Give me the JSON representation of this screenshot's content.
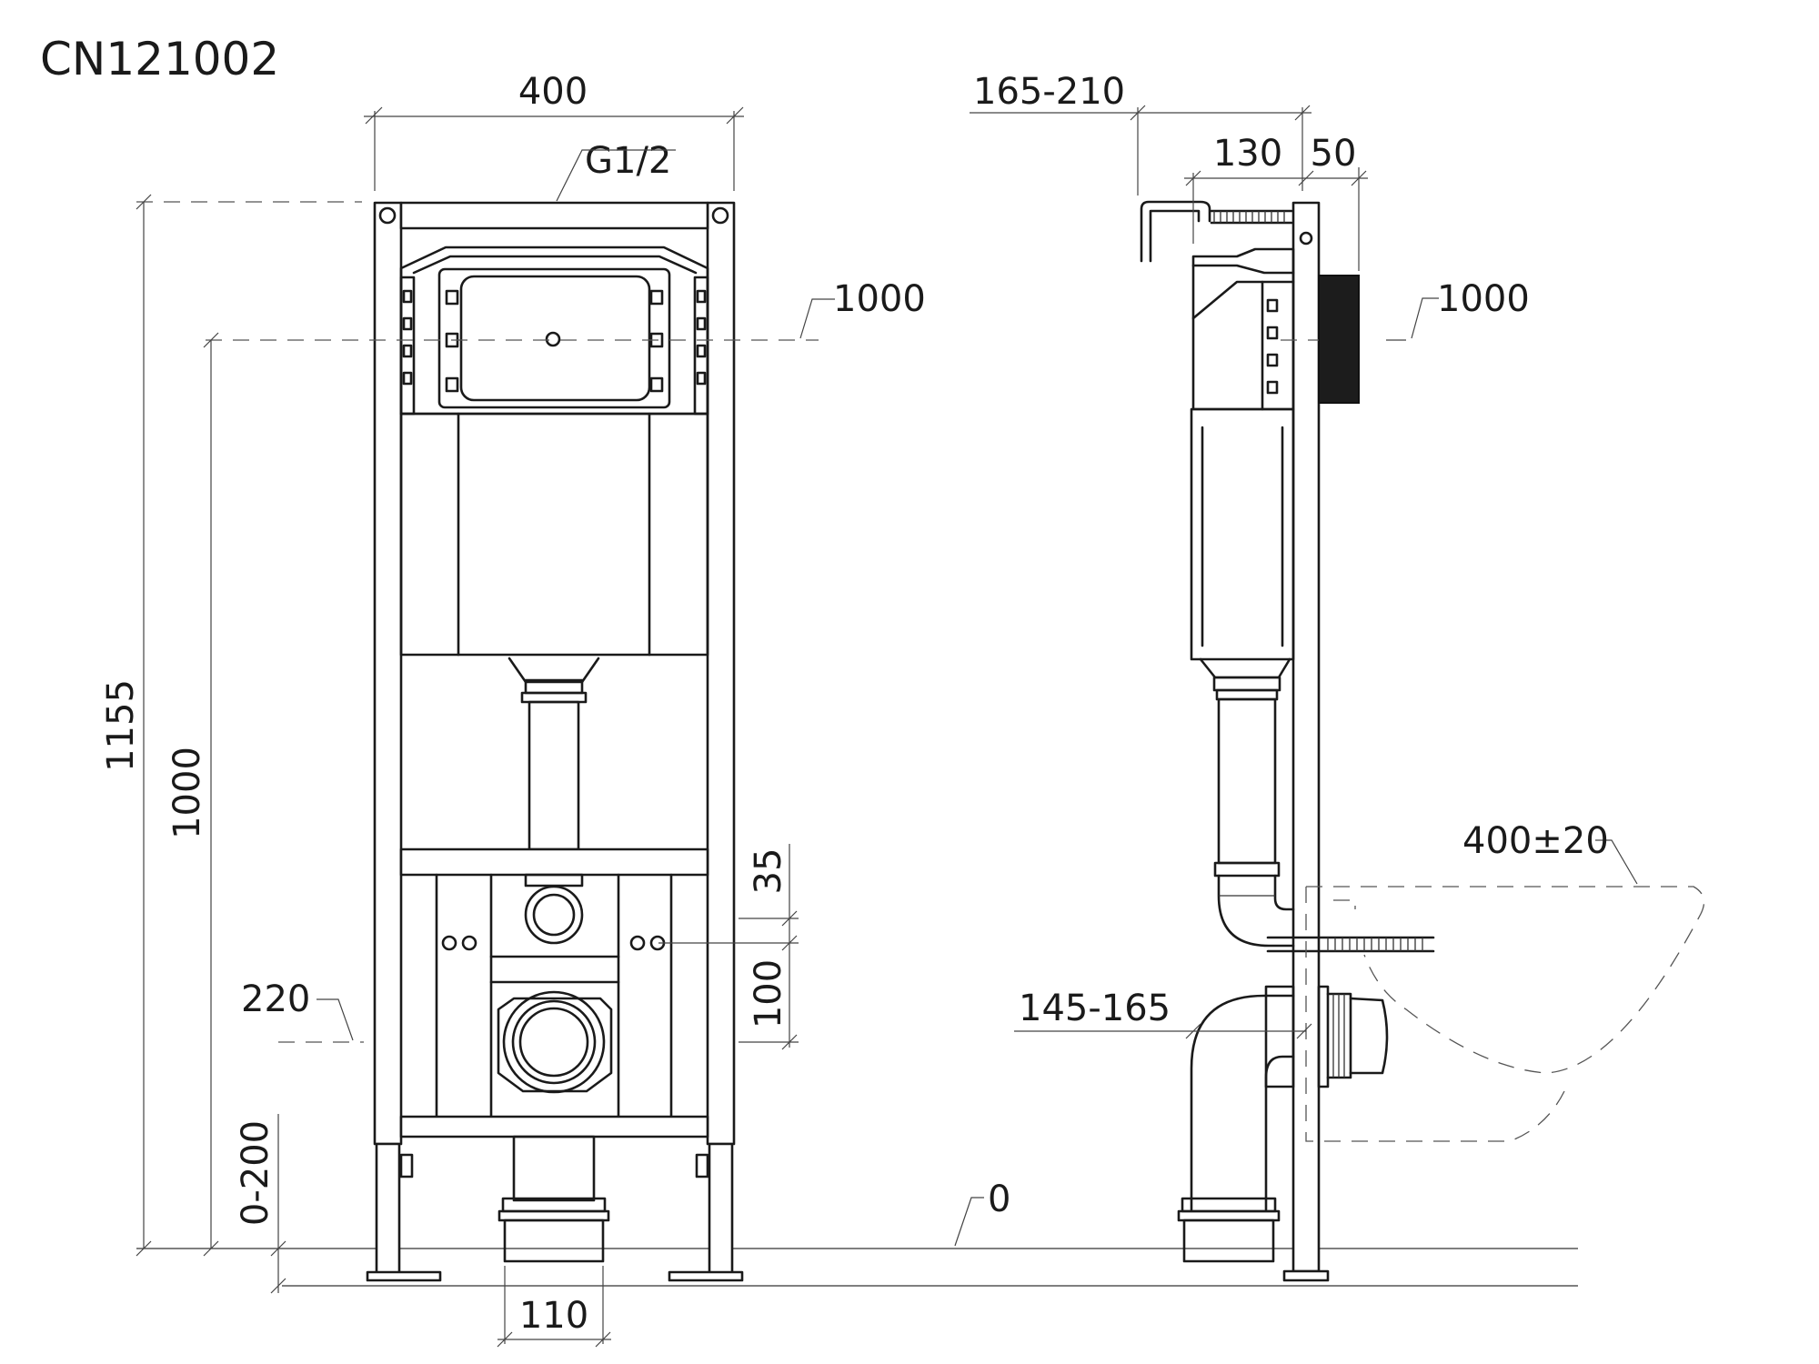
{
  "title": "CN121002",
  "front_view": {
    "width": "400",
    "inlet": "G1/2",
    "total_height": "1155",
    "axis_height": "1000",
    "button_height": "1000",
    "drain_height": "220",
    "adjust_range": "0-200",
    "outlet_diameter": "110",
    "bolt_offset": "35",
    "bolt_spacing": "100"
  },
  "side_view": {
    "overall_depth": "165-210",
    "tank_depth": "130",
    "frame_depth": "50",
    "button_height": "1000",
    "outlet_depth": "145-165",
    "bowl_height": "400±20",
    "floor_level": "0"
  }
}
